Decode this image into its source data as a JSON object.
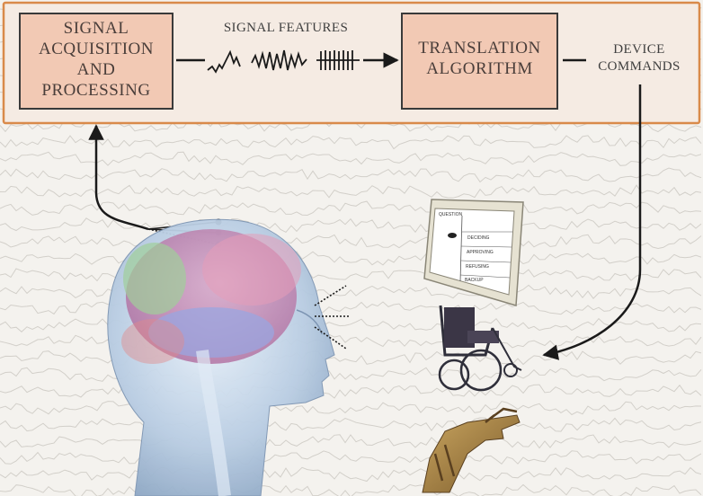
{
  "diagram": {
    "boxes": {
      "acquisition": [
        "SIGNAL",
        "ACQUISITION",
        "AND",
        "PROCESSING"
      ],
      "translation": [
        "TRANSLATION",
        "ALGORITHM"
      ]
    },
    "labels": {
      "signal_features": "SIGNAL FEATURES",
      "device_commands": [
        "DEVICE",
        "COMMANDS"
      ]
    },
    "screen": {
      "header": "QUESTION",
      "options": [
        "DECIDING",
        "APPROVING",
        "REFUSING",
        "BACKUP"
      ]
    }
  },
  "colors": {
    "panel_border": "#d98a4a",
    "panel_fill": "#f5ebe3",
    "box_fill": "#f2c9b4",
    "box_border": "#3a3a3a",
    "arrow": "#1a1a1a"
  }
}
